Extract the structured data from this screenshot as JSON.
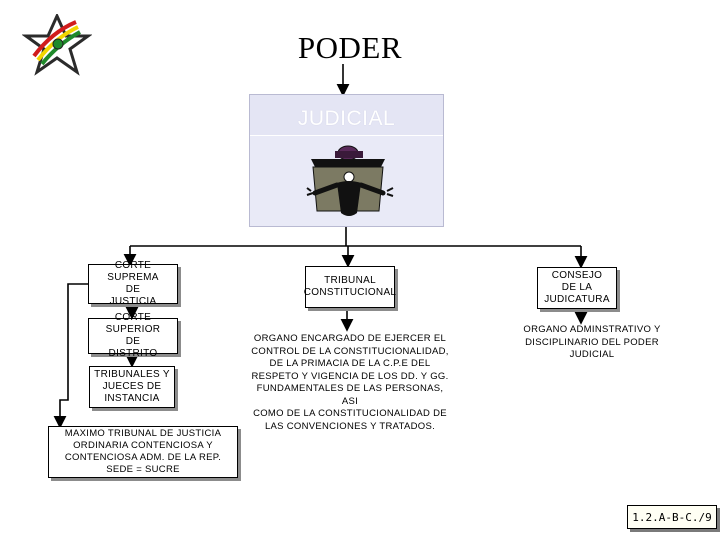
{
  "title": "PODER",
  "panel": {
    "label": "JUDICIAL",
    "illustration": "judge-at-bench"
  },
  "nodes": {
    "corte_suprema": "CORTE SUPREMA\nDE\nJUSTICIA",
    "corte_superior": "CORTE SUPERIOR\nDE\nDISTRITO",
    "tribunales_jueces": "TRIBUNALES Y\nJUECES DE\nINSTANCIA",
    "maximo_tribunal": "MAXIMO TRIBUNAL DE JUSTICIA\nORDINARIA CONTENCIOSA Y\nCONTENCIOSA ADM. DE LA REP.\nSEDE = SUCRE",
    "tribunal_constitucional": "TRIBUNAL\nCONSTITUCIONAL",
    "organo_constitucional": "ORGANO ENCARGADO DE EJERCER EL\nCONTROL DE LA CONSTITUCIONALIDAD,\nDE LA PRIMACIA DE LA C.P.E DEL\nRESPETO Y VIGENCIA DE LOS DD. Y GG.\nFUNDAMENTALES DE LAS PERSONAS, ASI\nCOMO DE LA CONSTITUCIONALIDAD DE\nLAS CONVENCIONES Y TRATADOS.",
    "consejo_judicatura": "CONSEJO\nDE LA\nJUDICATURA",
    "organo_disciplinario": "ORGANO ADMINSTRATIVO Y\nDISCIPLINARIO DEL PODER\nJUDICIAL"
  },
  "reference": "1.2.A-B-C./9",
  "logo": "star-logo"
}
